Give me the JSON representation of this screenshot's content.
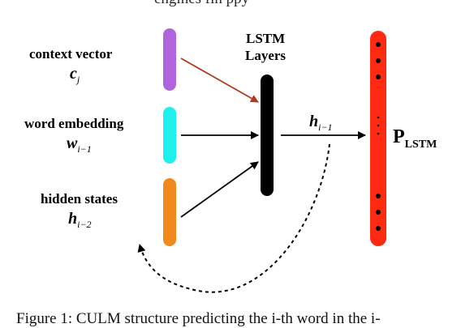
{
  "header_fragment": "engines      fin      ppy",
  "inputs": {
    "context": {
      "label": "context vector",
      "symbol_base": "c",
      "symbol_sub": "j",
      "color": "#b065df"
    },
    "word": {
      "label": "word embedding",
      "symbol_base": "w",
      "symbol_sub": "i−1",
      "color": "#1ff0ee"
    },
    "hidden": {
      "label": "hidden states",
      "symbol_base": "h",
      "symbol_sub": "i−2",
      "color": "#f1891d"
    }
  },
  "lstm": {
    "title_line1": "LSTM",
    "title_line2": "Layers",
    "color": "#000000"
  },
  "output_arrow": {
    "symbol_base": "h",
    "symbol_sub": "i−1"
  },
  "output": {
    "label_main": "P",
    "label_sub": "LSTM",
    "color": "#ff2a12"
  },
  "arrow_colors": {
    "context": "#b03a1c",
    "default": "#000000"
  },
  "caption": "Figure 1: CULM structure predicting the i-th word in the i-"
}
